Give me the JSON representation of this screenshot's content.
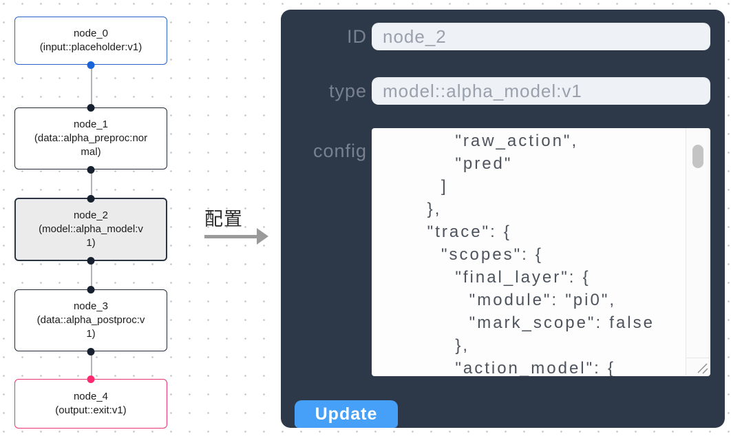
{
  "flow": {
    "nodes": [
      {
        "name": "node_0",
        "type_label": "(input::placeholder:v1)",
        "kind": "input",
        "border_color": "#2a63c6"
      },
      {
        "name": "node_1",
        "type_label": "(data::alpha_preproc:normal)",
        "kind": "default",
        "border_color": "#222938"
      },
      {
        "name": "node_2",
        "type_label": "(model::alpha_model:v1)",
        "kind": "selected",
        "border_color": "#2a3342",
        "background": "#ebebeb"
      },
      {
        "name": "node_3",
        "type_label": "(data::alpha_postproc:v1)",
        "kind": "default",
        "border_color": "#222938"
      },
      {
        "name": "node_4",
        "type_label": "(output::exit:v1)",
        "kind": "output",
        "border_color": "#e8356f"
      }
    ],
    "handle_colors": {
      "source_blue": "#1a63d9",
      "target_pink": "#ff2970",
      "dark": "#17202e"
    },
    "edge_color": "#b2b2b8"
  },
  "annotation": {
    "label": "配置",
    "arrow_color": "#9a9a9a"
  },
  "panel": {
    "background": "#2d3848",
    "id_label": "ID",
    "id_value": "node_2",
    "type_label": "type",
    "type_value": "model::alpha_model:v1",
    "config_label": "config",
    "config_text": "        \"raw_action\",\n        \"pred\"\n      ]\n    },\n    \"trace\": {\n      \"scopes\": {\n        \"final_layer\": {\n          \"module\": \"pi0\",\n          \"mark_scope\": false\n        },\n        \"action_model\": {",
    "update_label": "Update",
    "button_color": "#47a0f8",
    "input_background": "#eef1f6"
  }
}
